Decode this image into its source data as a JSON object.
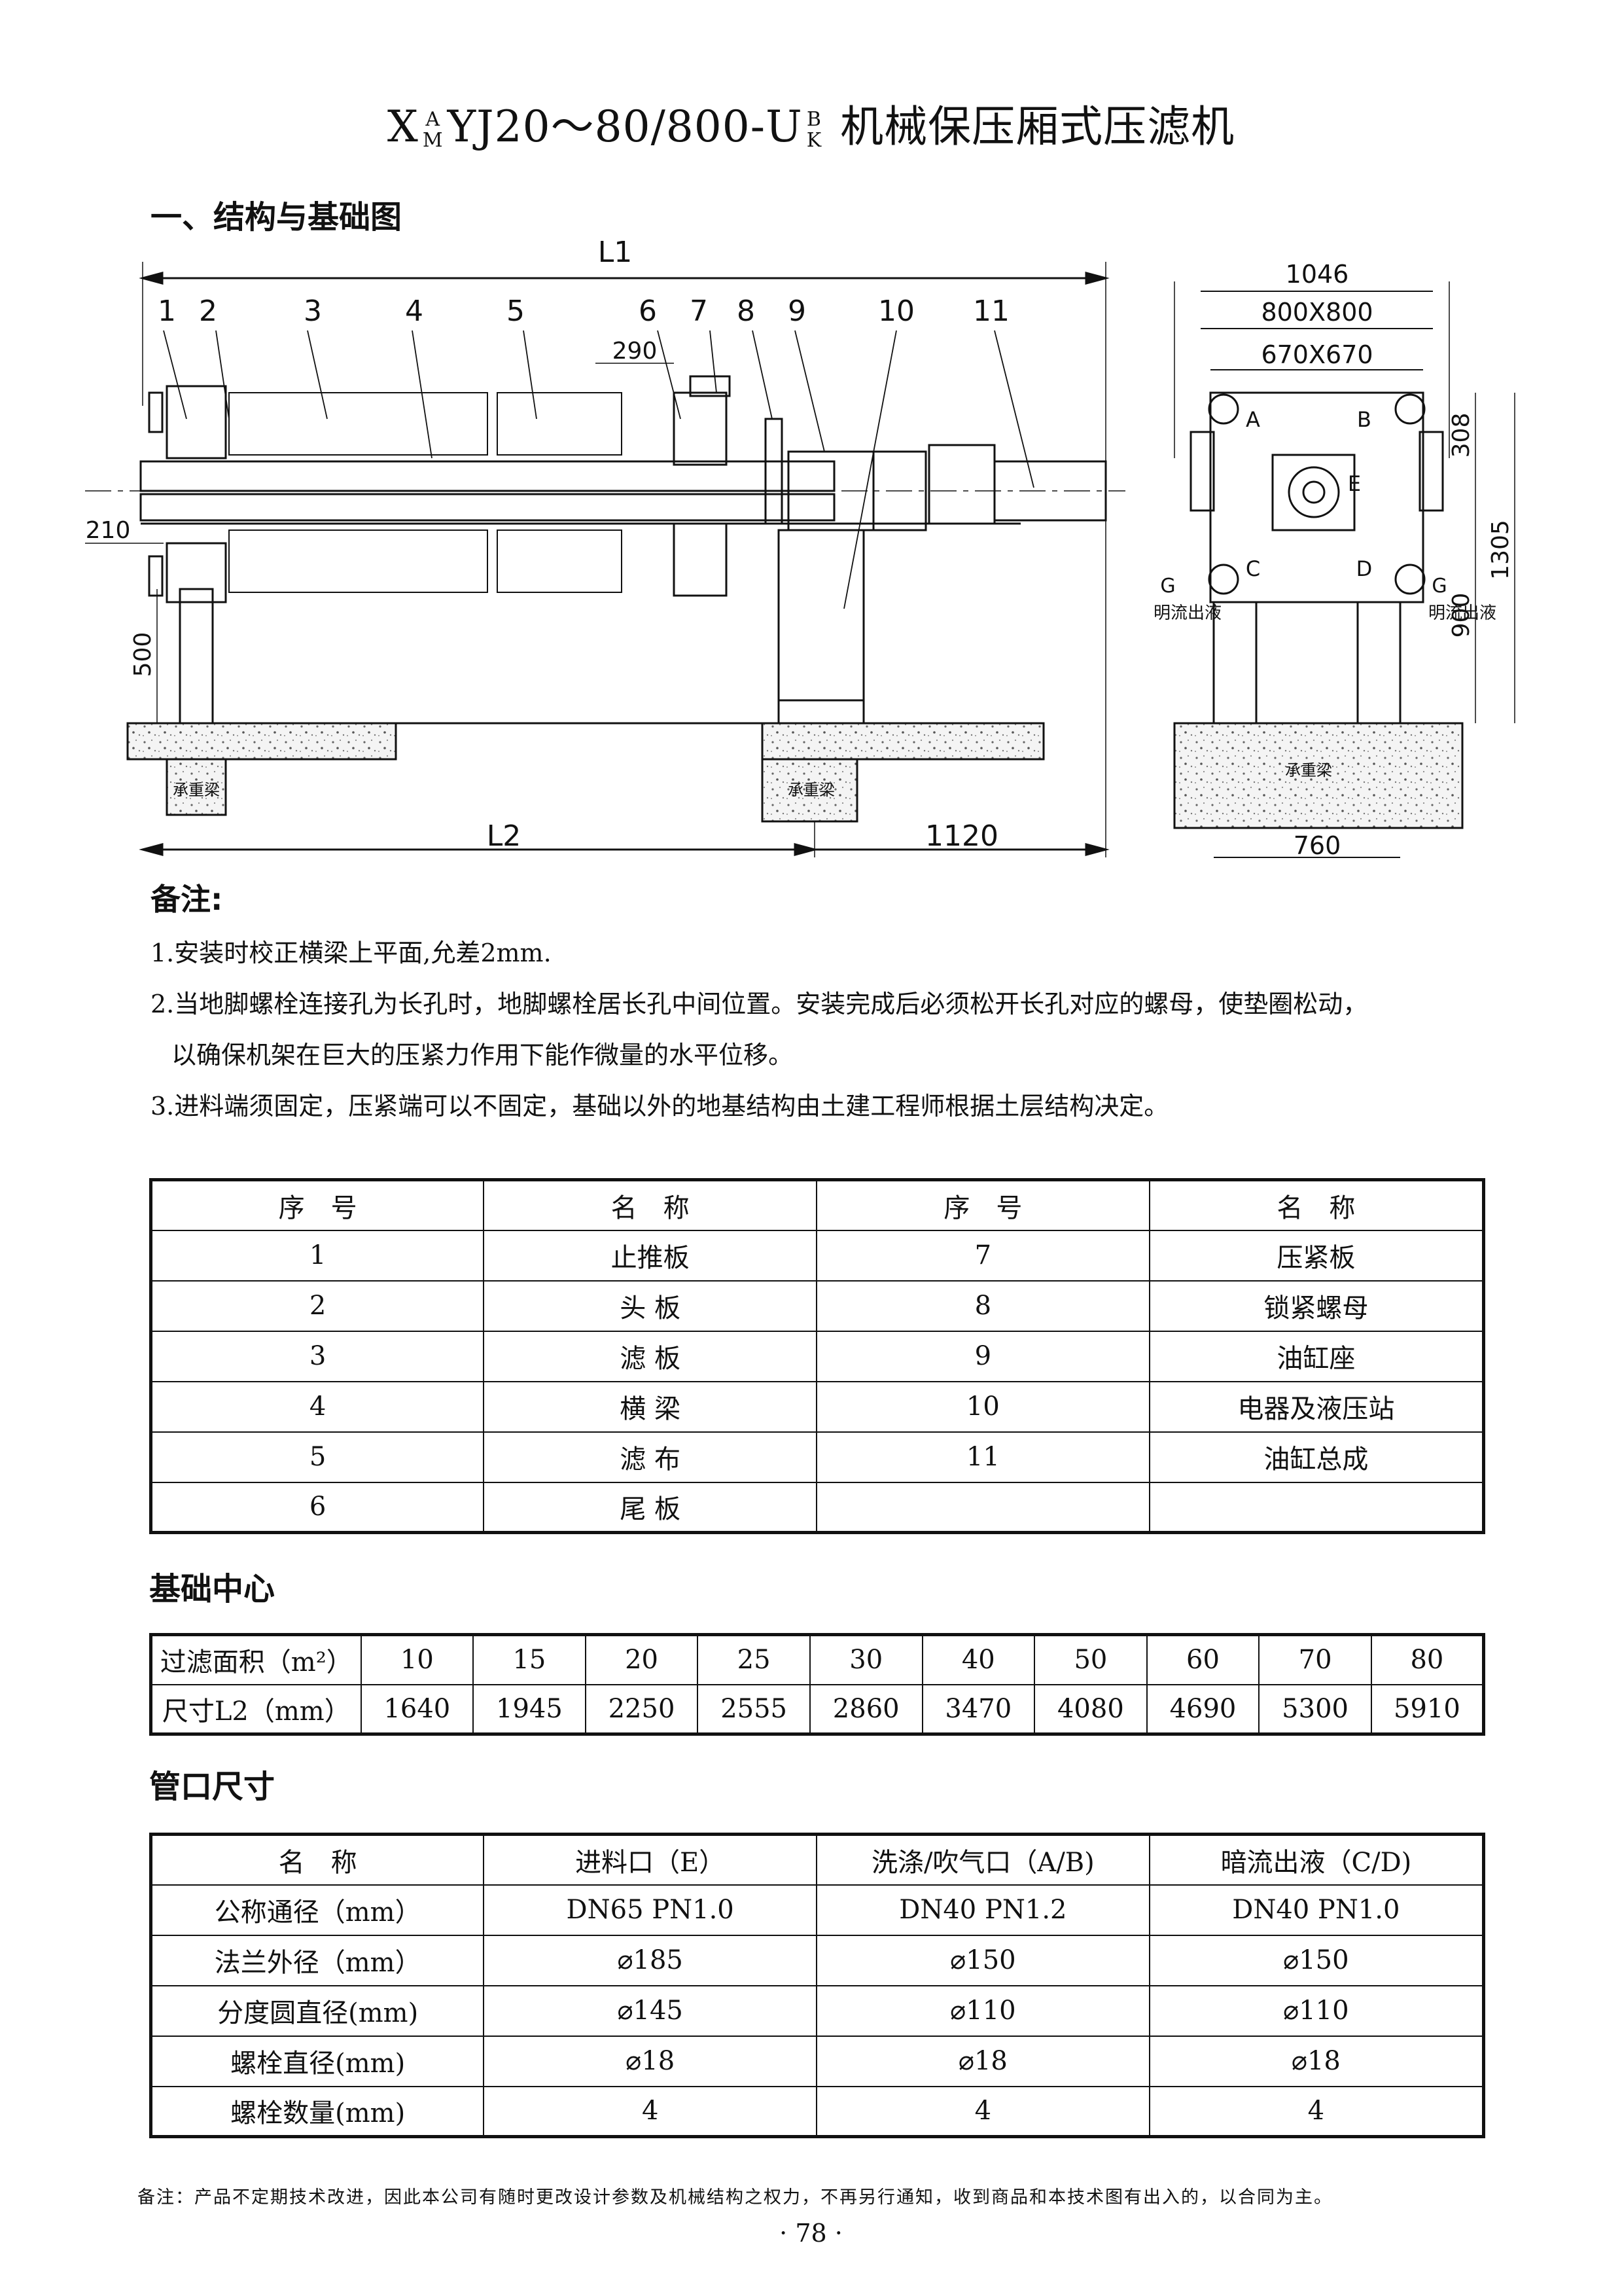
{
  "title": {
    "prefix": "X",
    "sup1": "A",
    "sub1": "M",
    "middle": "YJ20～80/800-U",
    "sup2": "B",
    "sub2": "K",
    "suffix": " 机械保压厢式压滤机"
  },
  "section1": "一、结构与基础图",
  "drawing": {
    "dim_L1": "L1",
    "dim_L2": "L2",
    "dim_290": "290",
    "dim_210": "210",
    "dim_500": "500",
    "dim_1120": "1120",
    "part_numbers": [
      "1",
      "2",
      "3",
      "4",
      "5",
      "6",
      "7",
      "8",
      "9",
      "10",
      "11"
    ],
    "side_1046": "1046",
    "side_800": "800X800",
    "side_670": "670X670",
    "side_308": "308",
    "side_900": "900",
    "side_1305": "1305",
    "side_760": "760",
    "labels": {
      "A": "A",
      "B": "B",
      "C": "C",
      "D": "D",
      "E": "E",
      "G": "G",
      "flow": "明流出液",
      "beam": "承重梁"
    }
  },
  "notes": {
    "heading": "备注:",
    "items": [
      "1.安装时校正横梁上平面,允差2mm.",
      "2.当地脚螺栓连接孔为长孔时，地脚螺栓居长孔中间位置。安装完成后必须松开长孔对应的螺母，使垫圈松动，",
      "以确保机架在巨大的压紧力作用下能作微量的水平位移。",
      "3.进料端须固定，压紧端可以不固定，基础以外的地基结构由土建工程师根据土层结构决定。"
    ]
  },
  "parts_table": {
    "headers": [
      "序　号",
      "名　称",
      "序　号",
      "名　称"
    ],
    "rows": [
      [
        "1",
        "止推板",
        "7",
        "压紧板"
      ],
      [
        "2",
        "头 板",
        "8",
        "锁紧螺母"
      ],
      [
        "3",
        "滤 板",
        "9",
        "油缸座"
      ],
      [
        "4",
        "横 梁",
        "10",
        "电器及液压站"
      ],
      [
        "5",
        "滤 布",
        "11",
        "油缸总成"
      ],
      [
        "6",
        "尾 板",
        "",
        ""
      ]
    ]
  },
  "foundation": {
    "heading": "基础中心",
    "row1_label": "过滤面积（m²）",
    "row1": [
      "10",
      "15",
      "20",
      "25",
      "30",
      "40",
      "50",
      "60",
      "70",
      "80"
    ],
    "row2_label": "尺寸L2（mm）",
    "row2": [
      "1640",
      "1945",
      "2250",
      "2555",
      "2860",
      "3470",
      "4080",
      "4690",
      "5300",
      "5910"
    ]
  },
  "ports": {
    "heading": "管口尺寸",
    "headers": [
      "名　称",
      "进料口（E）",
      "洗涤/吹气口（A/B)",
      "暗流出液（C/D)"
    ],
    "rows": [
      [
        "公称通径（mm）",
        "DN65 PN1.0",
        "DN40 PN1.2",
        "DN40 PN1.0"
      ],
      [
        "法兰外径（mm）",
        "⌀185",
        "⌀150",
        "⌀150"
      ],
      [
        "分度圆直径(mm)",
        "⌀145",
        "⌀110",
        "⌀110"
      ],
      [
        "螺栓直径(mm)",
        "⌀18",
        "⌀18",
        "⌀18"
      ],
      [
        "螺栓数量(mm)",
        "4",
        "4",
        "4"
      ]
    ]
  },
  "footer": "备注：产品不定期技术改进，因此本公司有随时更改设计参数及机械结构之权力，不再另行通知，收到商品和本技术图有出入的，以合同为主。",
  "page_number": "· 78 ·"
}
